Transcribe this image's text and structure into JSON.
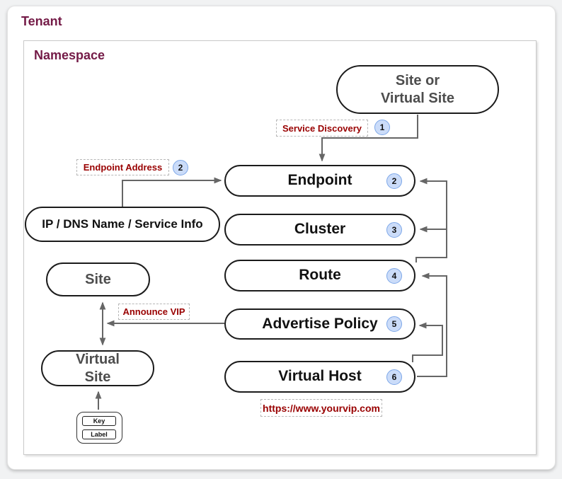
{
  "header": {
    "tenant": "Tenant",
    "namespace": "Namespace"
  },
  "nodes": {
    "site_or_virtual_site": {
      "label": "Site or\nVirtual Site"
    },
    "endpoint": {
      "label": "Endpoint",
      "badge": "2"
    },
    "ip_dns": {
      "label": "IP / DNS Name / Service Info"
    },
    "cluster": {
      "label": "Cluster",
      "badge": "3"
    },
    "route": {
      "label": "Route",
      "badge": "4"
    },
    "site": {
      "label": "Site"
    },
    "advertise_policy": {
      "label": "Advertise Policy",
      "badge": "5"
    },
    "virtual_site": {
      "label": "Virtual\nSite"
    },
    "virtual_host": {
      "label": "Virtual Host",
      "badge": "6"
    }
  },
  "annotations": {
    "service_discovery": {
      "label": "Service Discovery",
      "badge": "1"
    },
    "endpoint_address": {
      "label": "Endpoint Address",
      "badge": "2"
    },
    "announce_vip": {
      "label": "Announce VIP"
    },
    "vip_url": {
      "label": "https://www.yourvip.com"
    }
  },
  "legend": {
    "key": "Key",
    "label": "Label"
  },
  "colors": {
    "accent_maroon": "#741b47",
    "annotation_red": "#990000",
    "badge_fill": "#cbdcf9",
    "badge_border": "#7da7e8",
    "line_gray": "#666666",
    "page_bg": "#f1f2f3"
  }
}
